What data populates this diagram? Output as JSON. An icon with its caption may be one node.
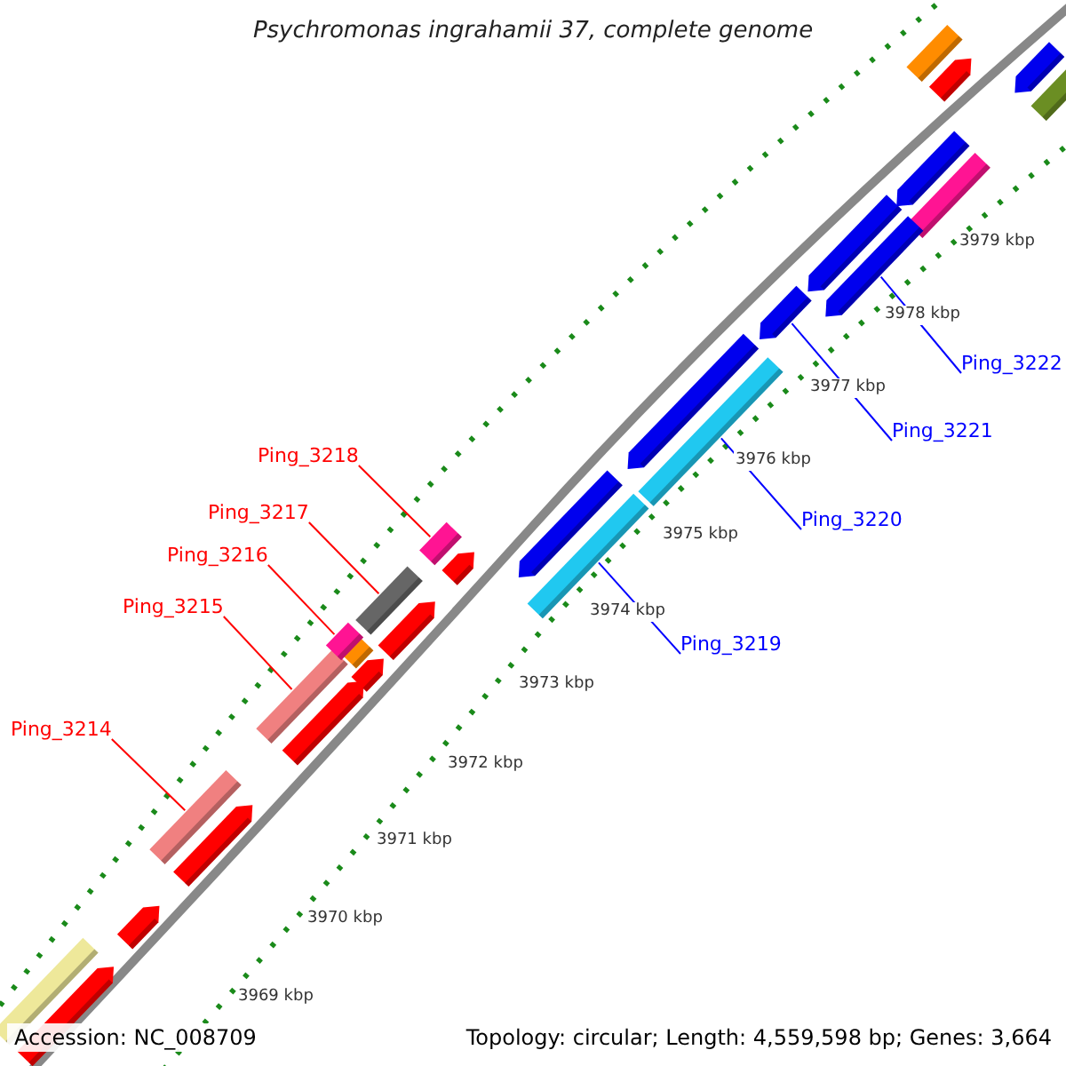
{
  "diagram": {
    "title": "Psychromonas ingrahamii 37, complete genome",
    "nodes": [
      {
        "text": [
          "Ping_3214"
        ]
      },
      {
        "text": [],
        "shape": "bar"
      },
      {
        "text": [
          "Ping_3215"
        ]
      },
      {
        "text": [],
        "shape": "bar"
      },
      {
        "text": [
          "Ping_3216"
        ]
      },
      {
        "text": [],
        "shape": "bar"
      },
      {
        "text": [
          "Ping_3217"
        ]
      },
      {
        "text": [],
        "shape": "bar"
      },
      {
        "text": [
          "Ping_3218"
        ]
      },
      {
        "text": [],
        "shape": "bar"
      },
      {
        "text": [
          "Ping_3219"
        ]
      },
      {
        "text": [],
        "shape": "bar"
      },
      {
        "text": [
          "Ping_3220"
        ]
      },
      {
        "text": [],
        "shape": "bar"
      },
      {
        "text": [
          "Ping_3221"
        ]
      },
      {
        "text": [],
        "shape": "bar"
      },
      {
        "text": [
          "Ping_3222"
        ]
      },
      {
        "text": [],
        "shape": "bar"
      },
      {
        "text": [],
        "shape": "bar"
      }
    ],
    "edges": [
      {
        "from": 0,
        "to": 1,
        "arrow": "none"
      },
      {
        "from": 2,
        "to": 3,
        "arrow": "none"
      },
      {
        "from": 4,
        "to": 5,
        "arrow": "none"
      },
      {
        "from": 6,
        "to": 7,
        "arrow": "none"
      },
      {
        "from": 8,
        "to": 9,
        "arrow": "none"
      },
      {
        "from": 10,
        "to": 11,
        "arrow": "none",
        "color": "#0000ff"
      },
      {
        "from": 12,
        "to": 13,
        "arrow": "none",
        "color": "#0000ff"
      },
      {
        "from": 14,
        "to": 15,
        "arrow": "none",
        "color": "#0000ff"
      },
      {
        "from": 16,
        "to": 17,
        "arrow": "none",
        "color": "#0000ff"
      }
    ],
    "labels": [
      "3969 kbp",
      "3970 kbp",
      "3971 kbp",
      "3972 kbp",
      "3973 kbp",
      "3974 kbp",
      "3975 kbp",
      "3976 kbp",
      "3977 kbp",
      "3978 kbp",
      "3979 kbp",
      "Accession: NC_008709",
      "Topology: circular; Length: 4,559,598 bp; Genes: 3,664"
    ]
  }
}
